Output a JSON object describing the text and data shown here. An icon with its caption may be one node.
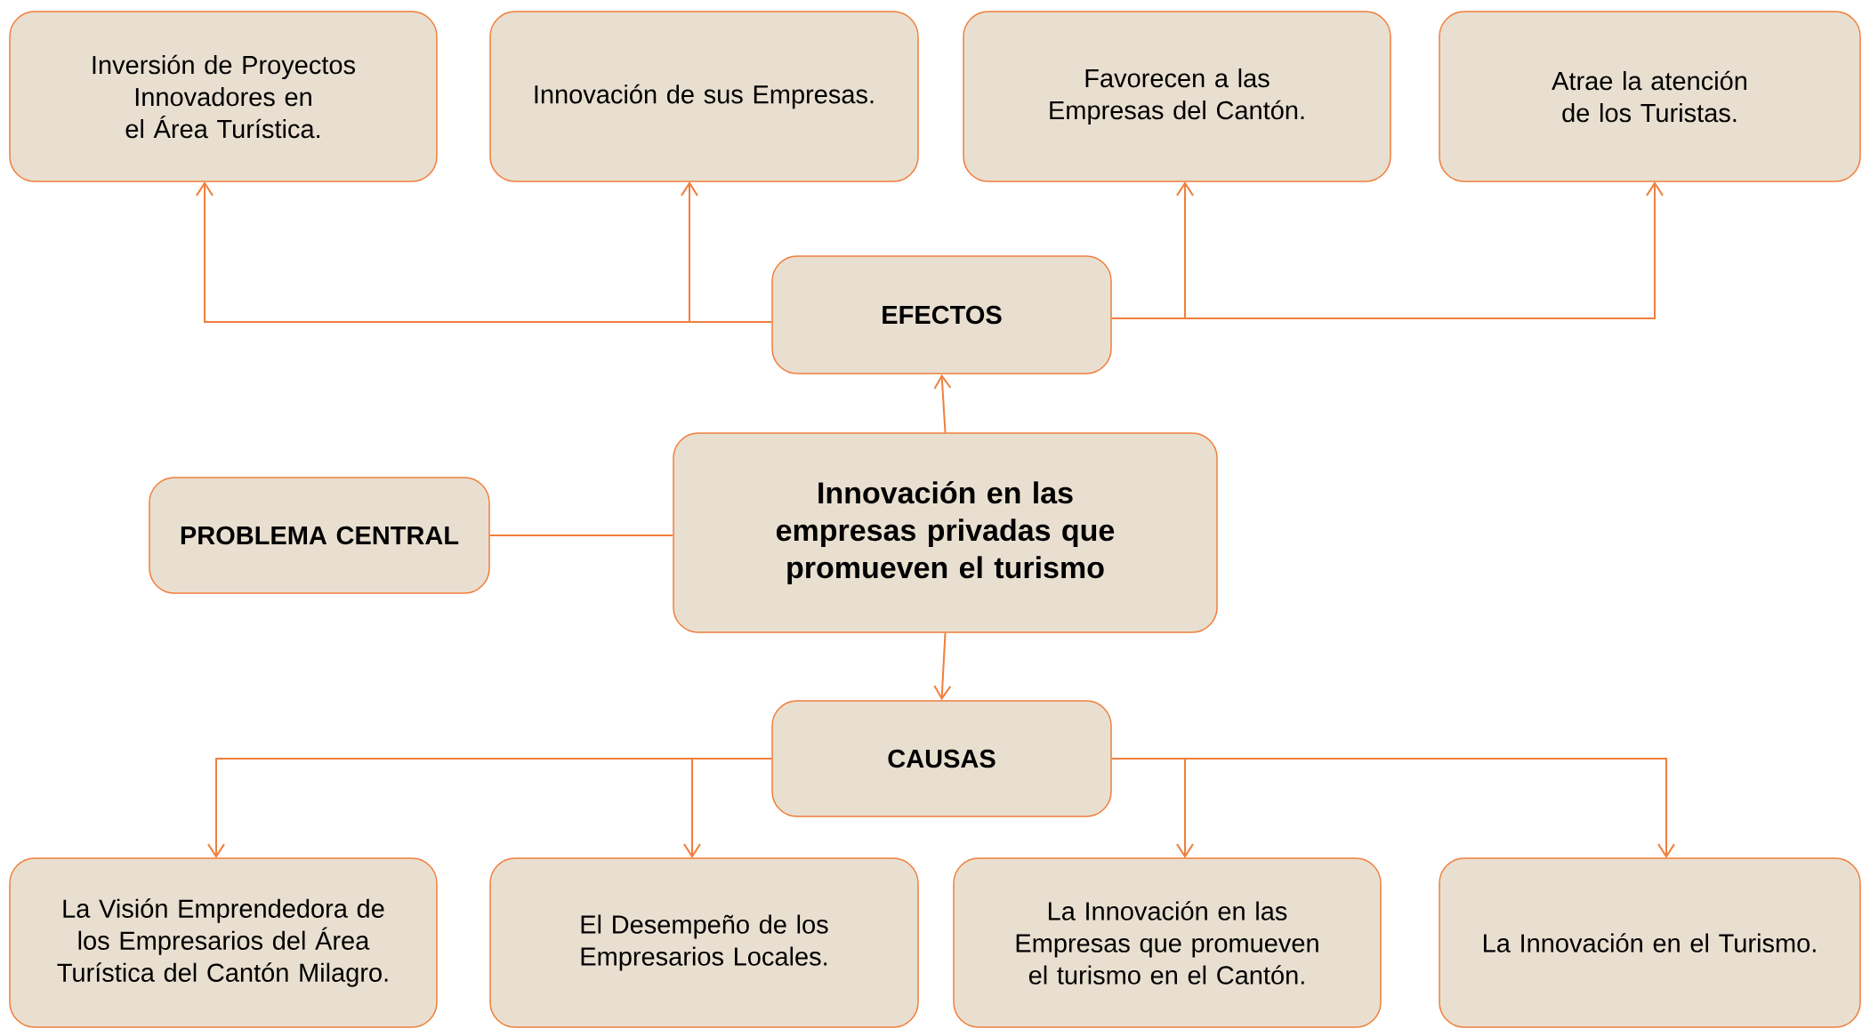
{
  "diagram": {
    "nodes": [
      {
        "text": [
          "Inversión de Proyectos Innovadores en el Área Turística."
        ]
      },
      {
        "text": [
          "Innovación de sus Empresas."
        ]
      },
      {
        "text": [
          "Favorecen a las Empresas del Cantón."
        ]
      },
      {
        "text": [
          "Atrae la atención de los Turistas."
        ]
      },
      {
        "text": [
          "EFECTOS"
        ]
      },
      {
        "text": [
          "PROBLEMA CENTRAL"
        ]
      },
      {
        "text": [
          "Innovación en las empresas privadas que promueven el turismo"
        ]
      },
      {
        "text": [
          "CAUSAS"
        ]
      },
      {
        "text": [
          "La Visión Emprendedora de los Empresarios del Área Turística del Cantón Milagro."
        ]
      },
      {
        "text": [
          "El Desempeño de los Empresarios Locales."
        ]
      },
      {
        "text": [
          "La Innovación en las Empresas que promueven el turismo en el Cantón."
        ]
      },
      {
        "text": [
          "La Innovación en el Turismo."
        ]
      }
    ],
    "edges": [
      {
        "from": 4,
        "to": 0,
        "arrow": "to"
      },
      {
        "from": 4,
        "to": 1,
        "arrow": "to"
      },
      {
        "from": 4,
        "to": 2,
        "arrow": "to"
      },
      {
        "from": 4,
        "to": 3,
        "arrow": "to"
      },
      {
        "from": 6,
        "to": 4,
        "arrow": "to"
      },
      {
        "from": 5,
        "to": 6,
        "arrow": "none"
      },
      {
        "from": 6,
        "to": 7,
        "arrow": "to"
      },
      {
        "from": 7,
        "to": 8,
        "arrow": "to"
      },
      {
        "from": 7,
        "to": 9,
        "arrow": "to"
      },
      {
        "from": 7,
        "to": 10,
        "arrow": "to"
      },
      {
        "from": 7,
        "to": 11,
        "arrow": "to"
      }
    ]
  }
}
